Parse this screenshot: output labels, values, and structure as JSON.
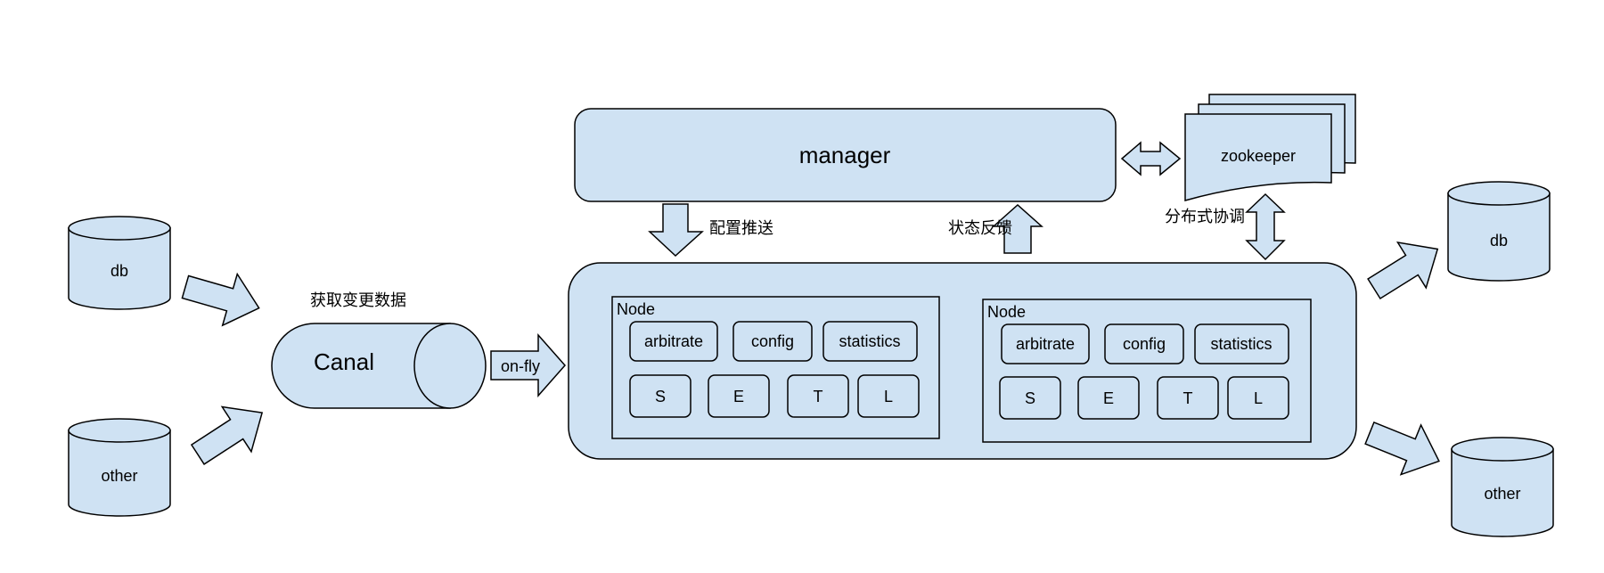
{
  "diagram": {
    "manager_label": "manager",
    "zookeeper_label": "zookeeper",
    "canal_label": "Canal",
    "onfly_label": "on-fly",
    "fetch_changes_label": "获取变更数据",
    "config_push_label": "配置推送",
    "status_feedback_label": "状态反馈",
    "distributed_coord_label": "分布式协调",
    "sources": [
      "db",
      "other"
    ],
    "targets": [
      "db",
      "other"
    ],
    "nodes": [
      {
        "title": "Node",
        "services": [
          "arbitrate",
          "config",
          "statistics"
        ],
        "stages": [
          "S",
          "E",
          "T",
          "L"
        ]
      },
      {
        "title": "Node",
        "services": [
          "arbitrate",
          "config",
          "statistics"
        ],
        "stages": [
          "S",
          "E",
          "T",
          "L"
        ]
      }
    ]
  }
}
